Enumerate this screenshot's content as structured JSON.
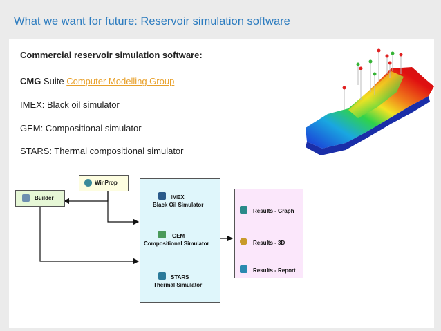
{
  "slide": {
    "title": "What we want for future: Reservoir simulation software"
  },
  "bullets": {
    "heading": "Commercial reservoir simulation software:",
    "cmg_bold": "CMG",
    "cmg_text": "Suite",
    "cmg_link": "Computer Modelling Group",
    "imex": "IMEX: Black oil simulator",
    "gem": "GEM: Compositional simulator",
    "stars": "STARS: Thermal compositional simulator"
  },
  "diagram": {
    "builder": "Builder",
    "winprop": "WinProp",
    "imex_name": "IMEX",
    "imex_sub": "Black Oil Simulator",
    "gem_name": "GEM",
    "gem_sub": "Compositional Simulator",
    "stars_name": "STARS",
    "stars_sub": "Thermal Simulator",
    "results_graph": "Results - Graph",
    "results_3d": "Results - 3D",
    "results_report": "Results - Report"
  },
  "colors": {
    "title": "#2b7bbf",
    "link": "#e8a02a",
    "builder_fill": "#e6f7d6",
    "winprop_fill": "#fdfde0",
    "simulators_fill": "#dff6fb",
    "results_fill": "#fbe7fb"
  }
}
